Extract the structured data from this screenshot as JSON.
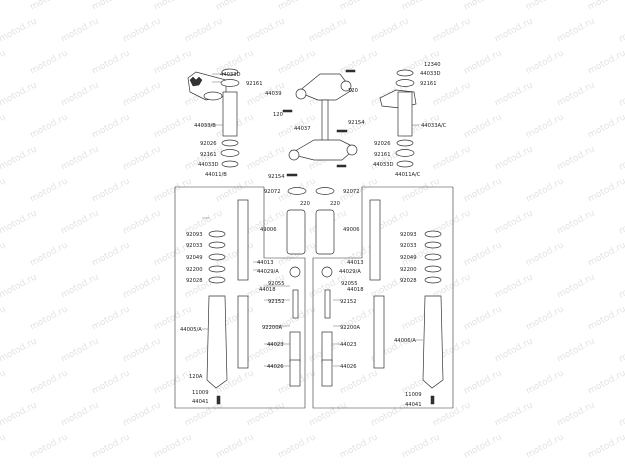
{
  "watermark_text": "motod.ru",
  "labels": {
    "l_44033_0": "44033D",
    "l_92161_0": "92161",
    "l_44037_b": "44039",
    "l_120_a": "120",
    "l_120_b": "120",
    "l_44037": "44037",
    "l_92154_a": "92154",
    "l_92154_b": "92154",
    "l_12340": "12340",
    "l_44033d_r": "44033D",
    "l_92161_r": "92161",
    "l_44033b": "44033/B",
    "l_44033ac": "44033A/C",
    "l_92026_l": "92026",
    "l_92161_l2": "92161",
    "l_44033d_l2": "44033D",
    "l_44011b": "44011/B",
    "l_92026_r": "92026",
    "l_92161_r2": "92161",
    "l_44033d_r2": "44033D",
    "l_44011ac": "44011A/C",
    "l_92072_a": "92072",
    "l_92072_b": "92072",
    "l_220_a": "220",
    "l_220_b": "220",
    "l_49006_a": "49006",
    "l_49006_b": "49006",
    "l_92093_l": "92093",
    "l_92033_l": "92033",
    "l_92049_l": "92049",
    "l_92200_l": "92200",
    "l_92028_l": "92028",
    "l_92093_r": "92093",
    "l_92033_r": "92033",
    "l_92049_r": "92049",
    "l_92200_r": "92200",
    "l_92028_r": "92028",
    "l_44013_a": "44013",
    "l_44029a_a": "44029/A",
    "l_92055_a": "92055",
    "l_44018_a": "44018",
    "l_44013_b": "44013",
    "l_44029a_b": "44029/A",
    "l_92055_b": "92055",
    "l_44018_b": "44018",
    "l_92152_a": "92152",
    "l_92152_b": "92152",
    "l_92200a_a": "92200A",
    "l_92200a_b": "92200A",
    "l_44023_a": "44023",
    "l_44023_b": "44023",
    "l_44026_a": "44026",
    "l_44026_b": "44026",
    "l_44005a": "44005/A",
    "l_44006a": "44006/A",
    "l_120_c": "120A",
    "l_11009_l": "11009",
    "l_44041_l": "44041",
    "l_11009_r": "11009",
    "l_44041_r": "44041"
  }
}
